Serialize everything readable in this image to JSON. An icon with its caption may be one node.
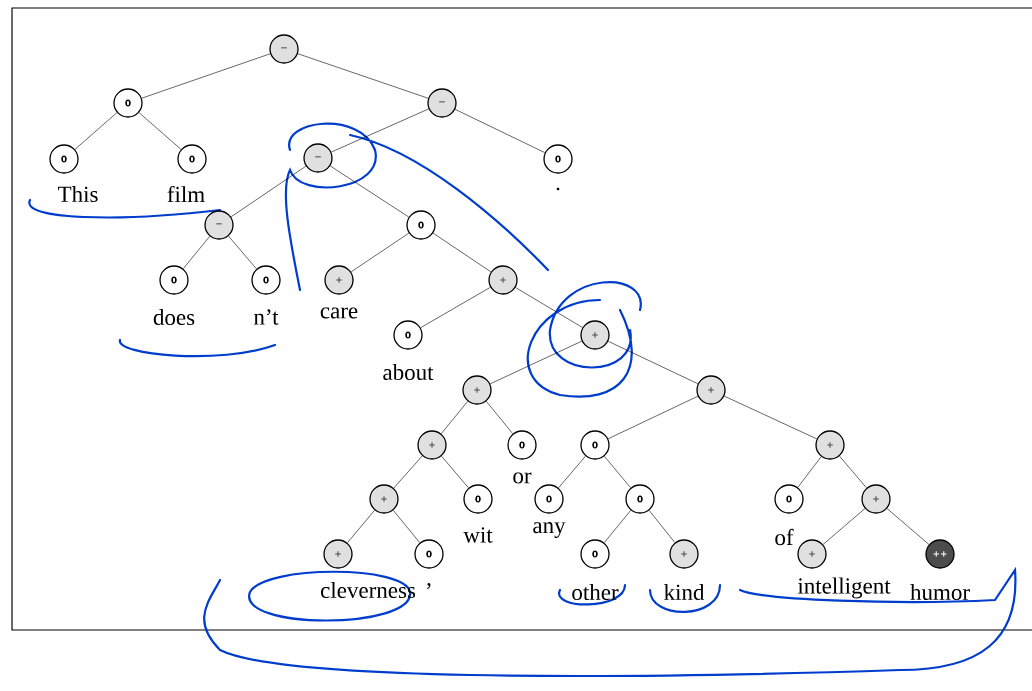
{
  "diagram": {
    "nodes": [
      {
        "text": [
          "−"
        ]
      },
      {
        "text": [
          "0"
        ]
      },
      {
        "text": [
          "0"
        ],
        "beside": [
          "This"
        ]
      },
      {
        "text": [
          "0"
        ],
        "beside": [
          "film"
        ]
      },
      {
        "text": [
          "−"
        ]
      },
      {
        "text": [
          "−"
        ]
      },
      {
        "text": [
          "−"
        ]
      },
      {
        "text": [
          "0"
        ],
        "beside": [
          "does"
        ]
      },
      {
        "text": [
          "0"
        ],
        "beside": [
          "n’t"
        ]
      },
      {
        "text": [
          "0"
        ]
      },
      {
        "text": [
          "+"
        ],
        "beside": [
          "care"
        ]
      },
      {
        "text": [
          "+"
        ]
      },
      {
        "text": [
          "0"
        ],
        "beside": [
          "about"
        ]
      },
      {
        "text": [
          "+"
        ]
      },
      {
        "text": [
          "+"
        ]
      },
      {
        "text": [
          "+"
        ]
      },
      {
        "text": [
          "+"
        ]
      },
      {
        "text": [
          "+"
        ],
        "beside": [
          "cleverness"
        ]
      },
      {
        "text": [
          "0"
        ],
        "beside": [
          ","
        ]
      },
      {
        "text": [
          "0"
        ],
        "beside": [
          "wit"
        ]
      },
      {
        "text": [
          "0"
        ],
        "beside": [
          "or"
        ]
      },
      {
        "text": [
          "+"
        ]
      },
      {
        "text": [
          "0"
        ]
      },
      {
        "text": [
          "0"
        ],
        "beside": [
          "any"
        ]
      },
      {
        "text": [
          "0"
        ]
      },
      {
        "text": [
          "0"
        ],
        "beside": [
          "other"
        ]
      },
      {
        "text": [
          "+"
        ],
        "beside": [
          "kind"
        ]
      },
      {
        "text": [
          "+"
        ]
      },
      {
        "text": [
          "0"
        ],
        "beside": [
          "of"
        ]
      },
      {
        "text": [
          "+"
        ]
      },
      {
        "text": [
          "+"
        ],
        "beside": [
          "intelligent"
        ]
      },
      {
        "text": [
          "++"
        ],
        "beside": [
          "humor"
        ]
      },
      {
        "text": [
          "0"
        ],
        "beside": [
          "."
        ]
      }
    ],
    "edges": [
      {
        "from": 0,
        "to": 1,
        "arrow": "none"
      },
      {
        "from": 1,
        "to": 2,
        "arrow": "none"
      },
      {
        "from": 1,
        "to": 3,
        "arrow": "none"
      },
      {
        "from": 0,
        "to": 4,
        "arrow": "none"
      },
      {
        "from": 4,
        "to": 5,
        "arrow": "none"
      },
      {
        "from": 5,
        "to": 6,
        "arrow": "none"
      },
      {
        "from": 6,
        "to": 7,
        "arrow": "none"
      },
      {
        "from": 6,
        "to": 8,
        "arrow": "none"
      },
      {
        "from": 5,
        "to": 9,
        "arrow": "none"
      },
      {
        "from": 9,
        "to": 10,
        "arrow": "none"
      },
      {
        "from": 9,
        "to": 11,
        "arrow": "none"
      },
      {
        "from": 11,
        "to": 12,
        "arrow": "none"
      },
      {
        "from": 11,
        "to": 13,
        "arrow": "none"
      },
      {
        "from": 13,
        "to": 14,
        "arrow": "none"
      },
      {
        "from": 14,
        "to": 15,
        "arrow": "none"
      },
      {
        "from": 15,
        "to": 16,
        "arrow": "none"
      },
      {
        "from": 16,
        "to": 17,
        "arrow": "none"
      },
      {
        "from": 16,
        "to": 18,
        "arrow": "none"
      },
      {
        "from": 15,
        "to": 19,
        "arrow": "none"
      },
      {
        "from": 14,
        "to": 20,
        "arrow": "none"
      },
      {
        "from": 13,
        "to": 21,
        "arrow": "none"
      },
      {
        "from": 21,
        "to": 22,
        "arrow": "none"
      },
      {
        "from": 22,
        "to": 23,
        "arrow": "none"
      },
      {
        "from": 22,
        "to": 24,
        "arrow": "none"
      },
      {
        "from": 24,
        "to": 25,
        "arrow": "none"
      },
      {
        "from": 24,
        "to": 26,
        "arrow": "none"
      },
      {
        "from": 21,
        "to": 27,
        "arrow": "none"
      },
      {
        "from": 27,
        "to": 28,
        "arrow": "none"
      },
      {
        "from": 27,
        "to": 29,
        "arrow": "none"
      },
      {
        "from": 29,
        "to": 30,
        "arrow": "none"
      },
      {
        "from": 29,
        "to": 31,
        "arrow": "none"
      },
      {
        "from": 4,
        "to": 32,
        "arrow": "none"
      }
    ]
  }
}
